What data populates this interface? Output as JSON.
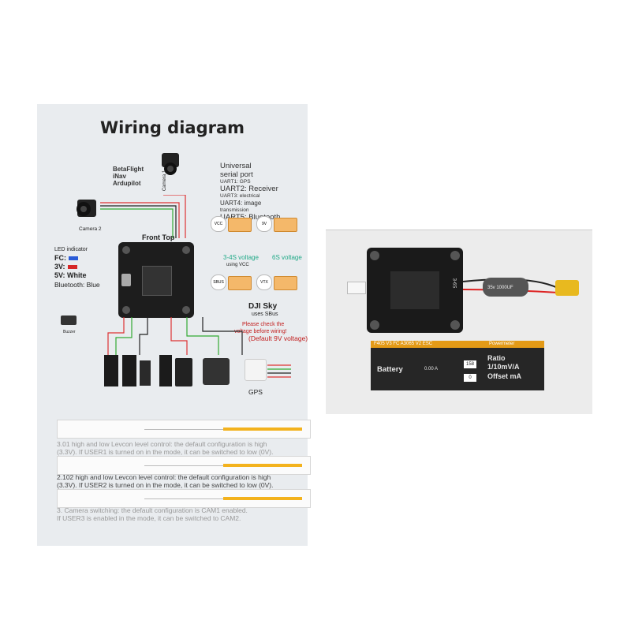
{
  "diagram": {
    "title": "Wiring diagram",
    "firmware": [
      "BetaFlight",
      "iNav",
      "Ardupilot"
    ],
    "camera1_label": "Camera 1",
    "camera2_label": "Camera 2",
    "front_top": "Front Top",
    "uart_panel": {
      "universal": "Universal",
      "serial_port": "serial port",
      "uart1": "UART1: GPS",
      "uart2": "UART2: Receiver",
      "uart3": "UART3: electrical",
      "uart4": "UART4: image",
      "uart4b": "transmission",
      "uart5": "UART5: Bluetooth"
    },
    "led_indicator": {
      "title": "LED indicator",
      "items": [
        {
          "label": "FC:",
          "color": "#2a5bd7"
        },
        {
          "label": "3V:",
          "color": "#d62828"
        },
        {
          "label": "5V: White",
          "color": ""
        },
        {
          "label": "Bluetooth: Blue",
          "color": ""
        }
      ]
    },
    "connectors": {
      "vcc": "VCC",
      "v9": "9V",
      "sbus": "SBUS",
      "vtx": "VTX",
      "voltage_note_1": "3-4S voltage",
      "voltage_note_1b": "using VCC",
      "voltage_note_2": "6S voltage"
    },
    "dji": "DJI Sky",
    "dji_sub": "uses SBus",
    "buzzer": "Buzzer",
    "warning_1": "Please check the",
    "warning_2": "voltage before wiring!",
    "warning_3": "(Default 9V voltage)",
    "gps": "GPS",
    "notes": [
      {
        "line1": "3.01 high and low Levcon level control: the default configuration is high",
        "line2": "(3.3V). If USER1 is turned on in the mode, it can be switched to low (0V)."
      },
      {
        "line1": "2.102 high and low Levcon level control: the default configuration is high",
        "line2": "(3.3V). If USER2 is turned on in the mode, it can be switched to low (0V)."
      },
      {
        "line1": "3. Camera switching: the default configuration is CAM1 enabled.",
        "line2": "If USER3 is enabled in the mode, it can be switched to CAM2."
      }
    ]
  },
  "esc": {
    "capacitor_label": "35v 1000UF",
    "side_label": "3-6S",
    "battery_panel": {
      "header": "F405 V3 FC A3065 V2 ESC",
      "header_right": "Powermeter",
      "battery_label": "Battery",
      "current": "0.00 A",
      "ratio_value": "158",
      "ratio_label": "Ratio",
      "ratio_unit": "1/10mV/A",
      "offset_value": "0",
      "offset_label": "Offset mA"
    }
  }
}
